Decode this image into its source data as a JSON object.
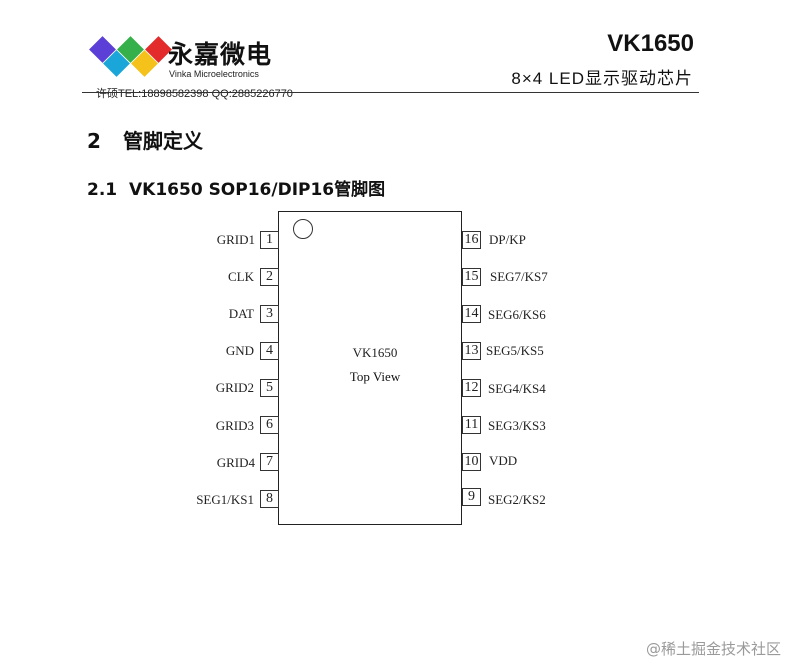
{
  "header": {
    "logo": {
      "brand_cn": "永嘉微电",
      "brand_en": "Vinka Microelectronics",
      "colors": [
        "#5b3fd6",
        "#1aa6d9",
        "#35b04a",
        "#f5c21b",
        "#e32b2b"
      ]
    },
    "contact": "许硕TEL:18898582398 QQ:2885226770",
    "title": "VK1650",
    "subtitle": "8×4  LED显示驱动芯片"
  },
  "section": {
    "number": "2",
    "title": "管脚定义"
  },
  "subsection": {
    "number": "2.1",
    "title": "VK1650  SOP16/DIP16管脚图"
  },
  "chip": {
    "name": "VK1650",
    "view": "Top View",
    "left_pins": [
      {
        "num": "1",
        "label": "GRID1"
      },
      {
        "num": "2",
        "label": "CLK"
      },
      {
        "num": "3",
        "label": "DAT"
      },
      {
        "num": "4",
        "label": "GND"
      },
      {
        "num": "5",
        "label": "GRID2"
      },
      {
        "num": "6",
        "label": "GRID3"
      },
      {
        "num": "7",
        "label": "GRID4"
      },
      {
        "num": "8",
        "label": "SEG1/KS1"
      }
    ],
    "right_pins": [
      {
        "num": "16",
        "label": "DP/KP"
      },
      {
        "num": "15",
        "label": "SEG7/KS7"
      },
      {
        "num": "14",
        "label": "SEG6/KS6"
      },
      {
        "num": "13",
        "label": "SEG5/KS5"
      },
      {
        "num": "12",
        "label": "SEG4/KS4"
      },
      {
        "num": "11",
        "label": "SEG3/KS3"
      },
      {
        "num": "10",
        "label": "VDD"
      },
      {
        "num": "9",
        "label": "SEG2/KS2"
      }
    ]
  },
  "watermark": "@稀土掘金技术社区"
}
